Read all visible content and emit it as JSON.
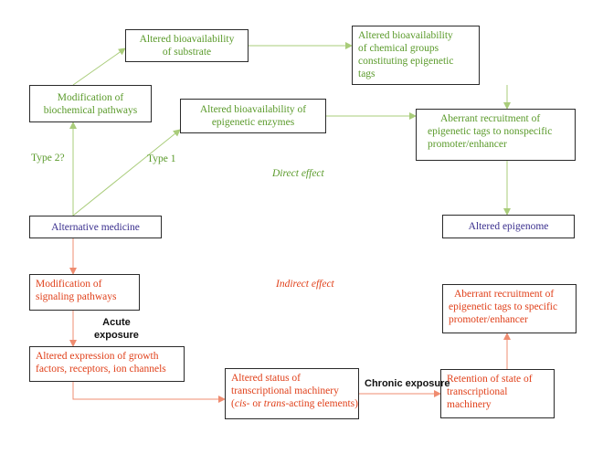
{
  "colors": {
    "green": "#5a9a2a",
    "red": "#e0401a",
    "purple": "#3a2f8e",
    "green_line": "#a9cc7a",
    "red_line": "#ef8c70"
  },
  "boxes": {
    "substrate": [
      "Altered bioavailability",
      "of substrate"
    ],
    "chemical_groups": [
      "Altered bioavailability",
      "of chemical groups",
      "constituting epigenetic",
      "tags"
    ],
    "biochemical": [
      "Modification of",
      "biochemical pathways"
    ],
    "enzymes": [
      "Altered bioavailability of",
      "epigenetic enzymes"
    ],
    "nonspecific": [
      "Aberrant recruitment of",
      "epigenetic tags to nonspecific",
      "promoter/enhancer"
    ],
    "alt_medicine": "Alternative medicine",
    "epigenome": "Altered epigenome",
    "signaling": [
      "Modification of",
      "signaling pathways"
    ],
    "specific": [
      "Aberrant recruitment of",
      "epigenetic tags to specific",
      "promoter/enhancer"
    ],
    "growth": [
      "Altered expression of growth",
      "factors, receptors, ion channels"
    ],
    "transcription": {
      "line1": "Altered status of",
      "line2": "transcriptional machinery",
      "line3_a": "(",
      "line3_cis": "cis-",
      "line3_b": " or ",
      "line3_trans": "trans-",
      "line3_c": "acting elements)"
    },
    "retention": [
      "Retention of state of",
      "transcriptional",
      "machinery"
    ]
  },
  "labels": {
    "type2": "Type 2?",
    "type1": "Type 1",
    "direct": "Direct effect",
    "indirect": "Indirect effect",
    "acute": [
      "Acute",
      "exposure"
    ],
    "chronic": "Chronic exposure"
  }
}
